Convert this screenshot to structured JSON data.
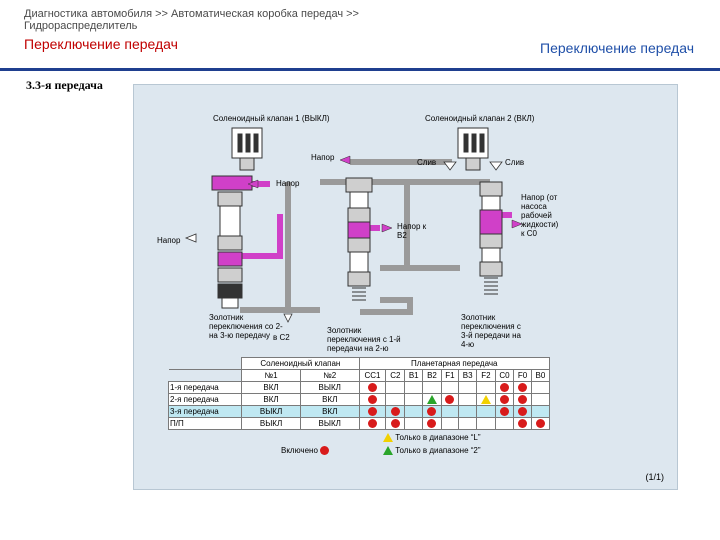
{
  "header": {
    "breadcrumb_line1": "Диагностика автомобиля >> Автоматическая коробка передач >>",
    "breadcrumb_line2": "Гидрораспределитель",
    "title_left": "Переключение передач",
    "title_right": "Переключение передач"
  },
  "section_title": "3.3-я передача",
  "labels": {
    "solenoid1": "Соленоидный клапан 1 (ВЫКЛ)",
    "solenoid2": "Соленоидный клапан 2 (ВКЛ)",
    "pressure_top": "Напор",
    "drain1": "Слив",
    "drain2": "Слив",
    "pressure_mid": "Напор",
    "pressure_left": "Напор",
    "pressure_b2": "Напор к В2",
    "pressure_pump": "Напор (от насоса рабочей жидкости)",
    "to_c0": "к С0",
    "spool_23": "Золотник переключения со 2-на 3-ю передачу",
    "to_c2": "в С2",
    "spool_12": "Золотник переключения с 1-й передачи на 2-ю",
    "spool_34": "Золотник переключения с 3-й передачи на 4-ю"
  },
  "table": {
    "group_solenoid": "Соленоидный клапан",
    "group_planetary": "Планетарная передача",
    "col_s1": "№1",
    "col_s2": "№2",
    "cols": [
      "СС1",
      "С2",
      "В1",
      "В2",
      "F1",
      "В3",
      "F2",
      "С0",
      "F0",
      "В0"
    ],
    "rows": [
      {
        "name": "1-я передача",
        "s1": "ВКЛ",
        "s2": "ВЫКЛ"
      },
      {
        "name": "2-я передача",
        "s1": "ВКЛ",
        "s2": "ВКЛ"
      },
      {
        "name": "3-я передача",
        "s1": "ВЫКЛ",
        "s2": "ВКЛ"
      },
      {
        "name": "П/П",
        "s1": "ВЫКЛ",
        "s2": "ВЫКЛ"
      }
    ],
    "marks": [
      [
        "dot",
        "",
        "",
        "",
        "",
        "",
        "",
        "dot",
        "dot",
        ""
      ],
      [
        "dot",
        "",
        "",
        "tri-g",
        "dot",
        "",
        "tri-y",
        "dot",
        "dot",
        ""
      ],
      [
        "dot",
        "dot",
        "",
        "dot",
        "",
        "",
        "",
        "dot",
        "dot",
        ""
      ],
      [
        "dot",
        "dot",
        "",
        "dot",
        "",
        "",
        "",
        "",
        "dot",
        "dot"
      ]
    ]
  },
  "legend": {
    "on": "Включено",
    "l_range": "Только в диапазоне “L”",
    "two_range": "Только в диапазоне “2”"
  },
  "page_number": "(1/1)",
  "colors": {
    "accent_red": "#c00000",
    "accent_blue": "#1f4fa8",
    "fluid": "#d040c8",
    "panel": "#dde7ef",
    "row_shade": "#bfe8f2"
  }
}
